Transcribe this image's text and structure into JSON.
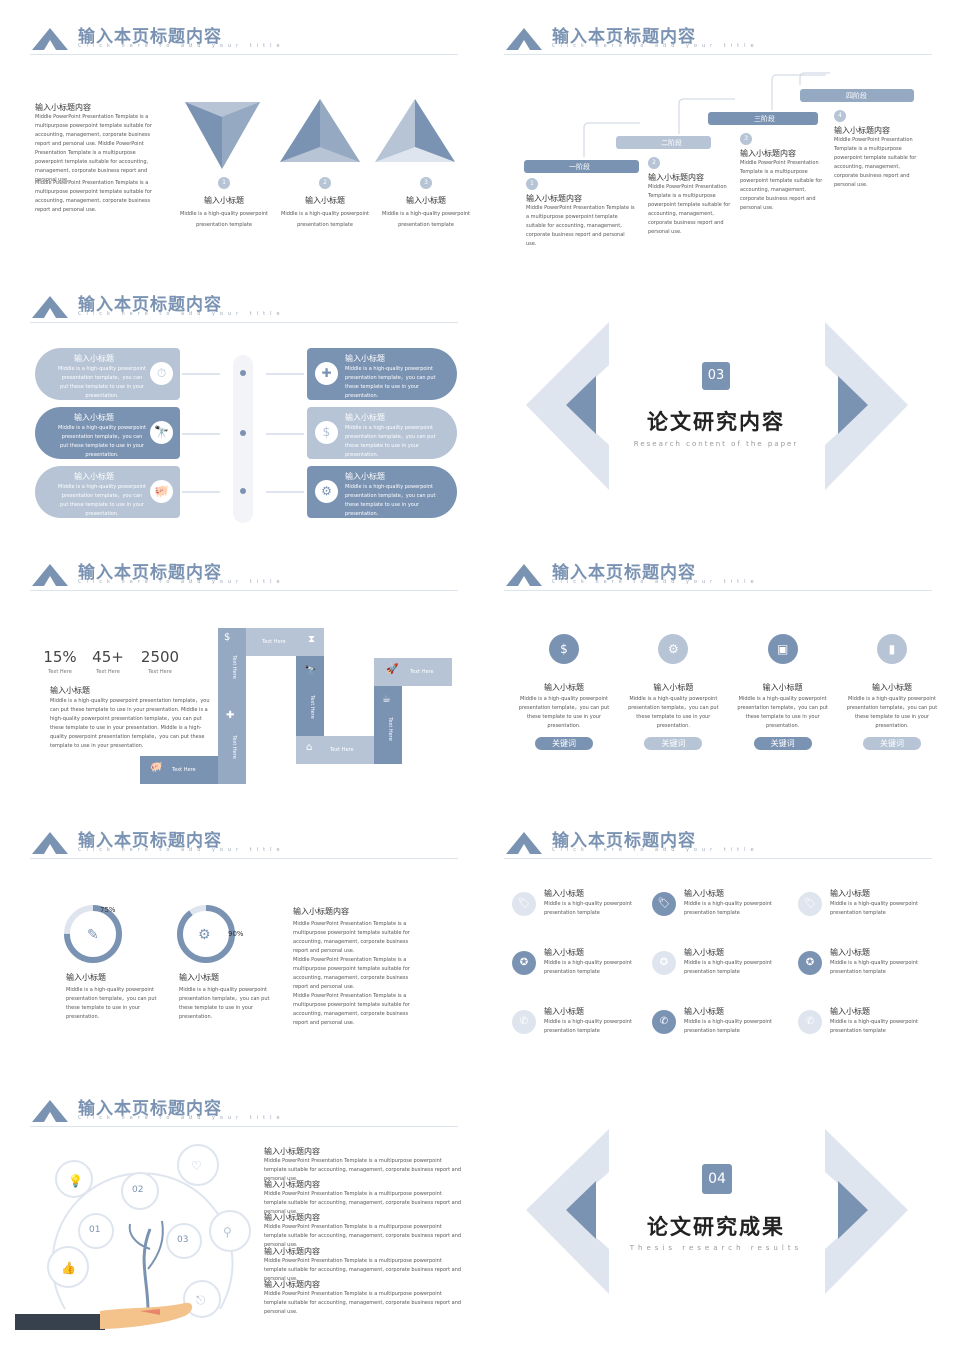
{
  "header": {
    "title": "输入本页标题内容",
    "subtitle": "Click here to add your title"
  },
  "s1": {
    "heading": "输入小标题内容",
    "para1": "Middle PowerPoint Presentation Template is a multipurpose powerpoint template suitable for accounting, management, corporate business report and personal use. Middle PowerPoint Presentation Template is a multipurpose powerpoint template suitable for accounting, management, corporate business report and personal use.",
    "para2": "Middle PowerPoint Presentation Template is a multipurpose powerpoint template suitable for accounting, management, corporate business report and personal use.",
    "items": [
      {
        "num": "1",
        "title": "输入小标题",
        "text": "Middle is a high-quality powerpoint presentation template"
      },
      {
        "num": "2",
        "title": "输入小标题",
        "text": "Middle is a high-quality powerpoint presentation template"
      },
      {
        "num": "3",
        "title": "输入小标题",
        "text": "Middle is a high-quality powerpoint presentation template"
      }
    ]
  },
  "s2": {
    "steps": [
      {
        "num": "1",
        "label": "一阶段",
        "title": "输入小标题内容",
        "text": "Middle PowerPoint Presentation Template is a multipurpose powerpoint template suitable for accounting, management, corporate business report and personal use."
      },
      {
        "num": "2",
        "label": "二阶段",
        "title": "输入小标题内容",
        "text": "Middle PowerPoint Presentation Template is a multipurpose powerpoint template suitable for accounting, management, corporate business report and personal use."
      },
      {
        "num": "3",
        "label": "三阶段",
        "title": "输入小标题内容",
        "text": "Middle PowerPoint Presentation Template is a multipurpose powerpoint template suitable for accounting, management, corporate business report and personal use."
      },
      {
        "num": "4",
        "label": "四阶段",
        "title": "输入小标题内容",
        "text": "Middle PowerPoint Presentation Template is a multipurpose powerpoint template suitable for accounting, management, corporate business report and personal use."
      }
    ]
  },
  "s3": {
    "item_title": "输入小标题",
    "item_text": "Middle is a high-quality powerpoint presentation template，you can put these template to use in your presentation."
  },
  "s4": {
    "num": "03",
    "title": "论文研究内容",
    "subtitle": "Research content of the paper"
  },
  "s5": {
    "stats": [
      {
        "value": "15%",
        "label": "Text Here"
      },
      {
        "value": "45+",
        "label": "Text Here"
      },
      {
        "value": "2500",
        "label": "Text Here"
      }
    ],
    "heading": "输入小标题",
    "para": "Middle is a high-quality powerpoint presentation template，you can put these template to use in your presentation. Middle is a high-quality powerpoint presentation template，you can put these template to use in your presentation. Middle is a high-quality powerpoint presentation template，you can put these template to use in your presentation.",
    "block_text": "Text Here"
  },
  "s6": {
    "items": [
      {
        "title": "输入小标题",
        "text": "Middle is a high-quality powerpoint presentation template，you can put these template to use in your presentation.",
        "kw": "关键词"
      },
      {
        "title": "输入小标题",
        "text": "Middle is a high-quality powerpoint presentation template，you can put these template to use in your presentation.",
        "kw": "关键词"
      },
      {
        "title": "输入小标题",
        "text": "Middle is a high-quality powerpoint presentation template，you can put these template to use in your presentation.",
        "kw": "关键词"
      },
      {
        "title": "输入小标题",
        "text": "Middle is a high-quality powerpoint presentation template，you can put these template to use in your presentation.",
        "kw": "关键词"
      }
    ]
  },
  "s7": {
    "rings": [
      {
        "value": "75%",
        "title": "输入小标题",
        "text": "Middle is a high-quality powerpoint presentation template，you can put these template to use in your presentation."
      },
      {
        "value": "90%",
        "title": "输入小标题",
        "text": "Middle is a high-quality powerpoint presentation template，you can put these template to use in your presentation."
      }
    ],
    "heading": "输入小标题内容",
    "para": "Middle PowerPoint Presentation Template is a multipurpose powerpoint template suitable for accounting, management, corporate business report and personal use."
  },
  "s8": {
    "title": "输入小标题",
    "text": "Middle is a high-quality powerpoint presentation template"
  },
  "s9": {
    "labels": [
      "01",
      "02",
      "03"
    ],
    "heading": "输入小标题内容",
    "para": "Middle PowerPoint Presentation Template is a multipurpose powerpoint template suitable for accounting, management, corporate business report and personal use."
  },
  "s10": {
    "num": "04",
    "title": "论文研究成果",
    "subtitle": "Thesis research results"
  },
  "colors": {
    "accent": "#7b93b3",
    "light": "#b6c4d6",
    "pale": "#dfe5ee"
  }
}
